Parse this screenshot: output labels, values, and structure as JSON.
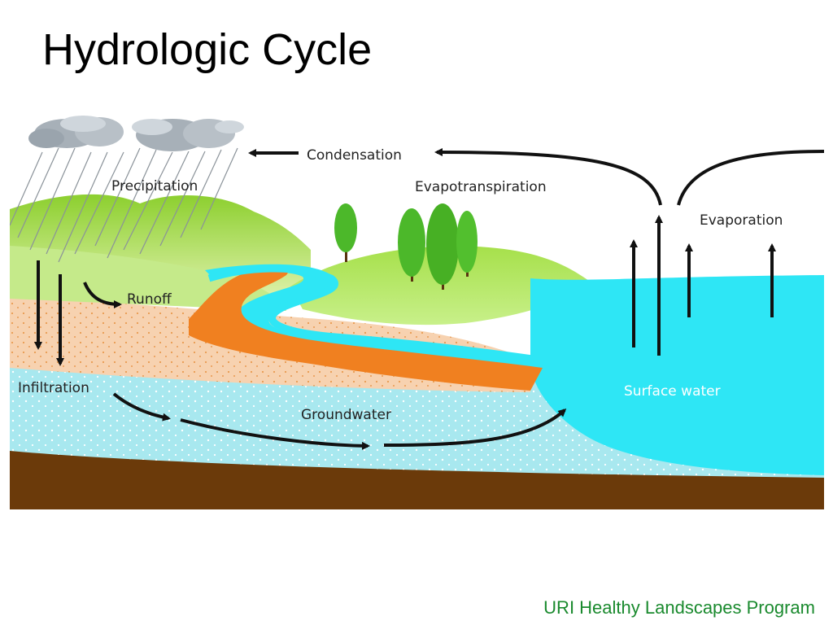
{
  "title": "Hydrologic Cycle",
  "footer": "URI Healthy Landscapes Program",
  "labels": {
    "precipitation": "Precipitation",
    "condensation": "Condensation",
    "evapotranspiration": "Evapotranspiration",
    "evaporation": "Evaporation",
    "runoff": "Runoff",
    "infiltration": "Infiltration",
    "groundwater": "Groundwater",
    "surface_water": "Surface water"
  },
  "colors": {
    "sky": "#ffffff",
    "hills": "#a8d64a",
    "island": "#8fd63a",
    "soil": "#f7d2b0",
    "runoff_stream": "#f08020",
    "groundwater": "#a8e8ef",
    "surface_water": "#2ee6f5",
    "bedrock": "#6b3a0a",
    "cloud": "#a7b0b8",
    "tree": "#4cb82a",
    "arrow": "#111111",
    "footer_text": "#1a8a2e"
  }
}
